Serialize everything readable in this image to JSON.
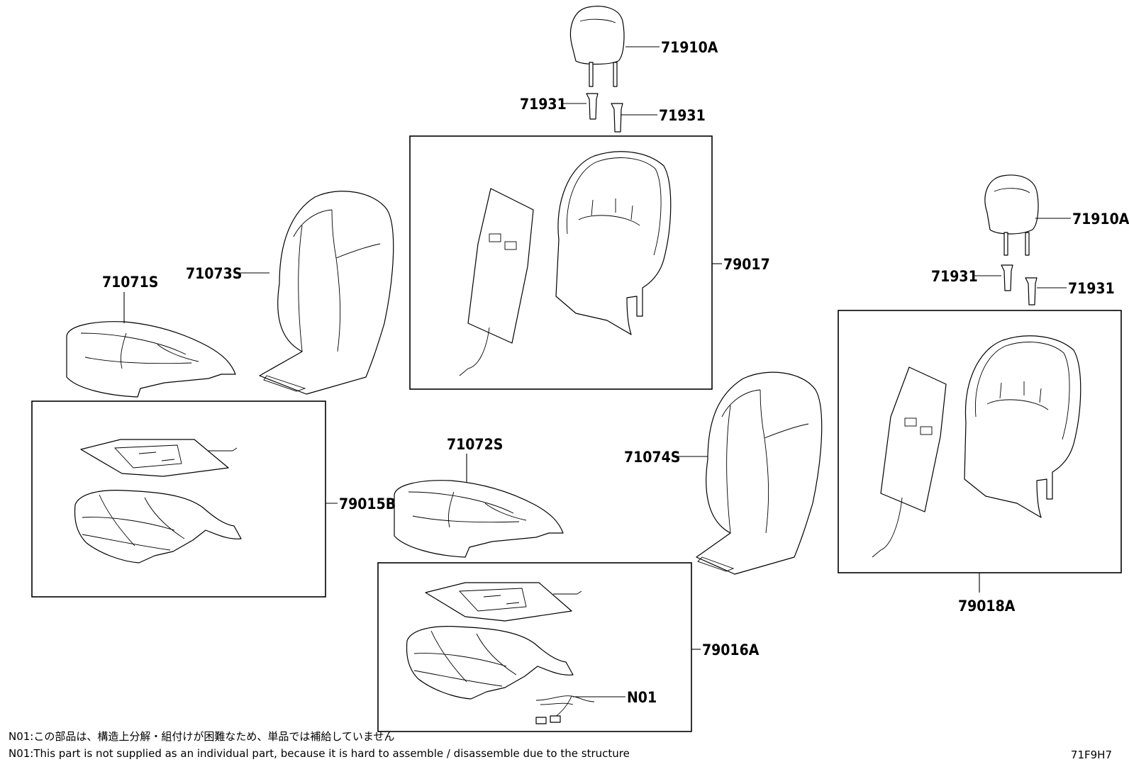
{
  "parts": {
    "headrest_upper_left": "71910A",
    "headrest_upper_right": "71910A",
    "support_ul_left": "71931",
    "support_ul_right": "71931",
    "support_ur_left": "71931",
    "support_ur_right": "71931",
    "back_cover_left": "71073S",
    "cushion_cover_left": "71071S",
    "back_pad_box_left": "79017",
    "cushion_pad_box_left": "79015B",
    "cushion_cover_right": "71072S",
    "back_cover_right": "71074S",
    "back_pad_box_right": "79018A",
    "cushion_pad_box_right": "79016A",
    "harness": "N01"
  },
  "notes": {
    "jp": "N01:この部品は、構造上分解・組付けが困難なため、単品では補給していません",
    "en": "N01:This part is not supplied as an individual part, because it is hard to assemble / disassemble due to the structure"
  },
  "drawing_code": "71F9H7"
}
